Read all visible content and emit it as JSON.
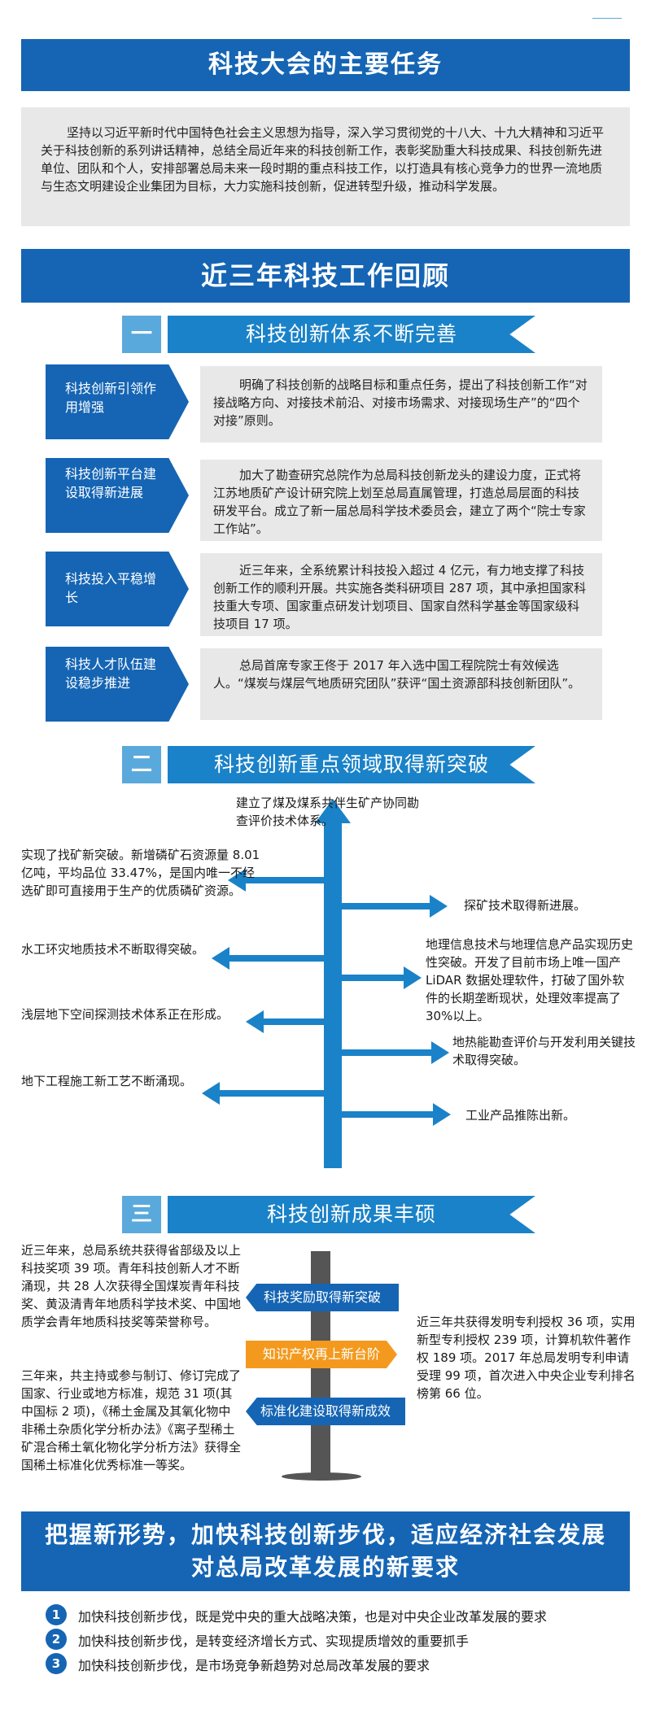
{
  "banners": {
    "main_tasks": "科技大会的主要任务",
    "review": "近三年科技工作回顾",
    "requirements": [
      "把握新形势，加快科技创新步伐，适应经济社会发展",
      "对总局改革发展的新要求"
    ]
  },
  "intro_text": "坚持以习近平新时代中国特色社会主义思想为指导，深入学习贯彻党的十八大、十九大精神和习近平关于科技创新的系列讲话精神，总结全局近年来的科技创新工作，表彰奖励重大科技成果、科技创新先进单位、团队和个人，安排部署总局未来一段时期的重点科技工作，以打造具有核心竞争力的世界一流地质与生态文明建设企业集团为目标，大力实施科技创新，促进转型升级，推动科学发展。",
  "section1": {
    "num": "一",
    "title": "科技创新体系不断完善",
    "items": [
      {
        "label": "科技创新引领作用增强",
        "text": "明确了科技创新的战略目标和重点任务，提出了科技创新工作“对接战略方向、对接技术前沿、对接市场需求、对接现场生产”的“四个对接”原则。"
      },
      {
        "label": "科技创新平台建设取得新进展",
        "text": "加大了勘查研究总院作为总局科技创新龙头的建设力度，正式将江苏地质矿产设计研究院上划至总局直属管理，打造总局层面的科技研发平台。成立了新一届总局科学技术委员会，建立了两个“院士专家工作站”。"
      },
      {
        "label": "科技投入平稳增长",
        "text": "近三年来，全系统累计科技投入超过 4 亿元，有力地支撑了科技创新工作的顺利开展。共实施各类科研项目 287 项，其中承担国家科技重大专项、国家重点研发计划项目、国家自然科学基金等国家级科技项目 17 项。"
      },
      {
        "label": "科技人才队伍建设稳步推进",
        "text": "总局首席专家王佟于 2017 年入选中国工程院院士有效候选人。“煤炭与煤层气地质研究团队”获评“国土资源部科技创新团队”。"
      }
    ]
  },
  "section2": {
    "num": "二",
    "title": "科技创新重点领域取得新突破",
    "top": "建立了煤及煤系共伴生矿产协同勘查评价技术体系。",
    "left": [
      "实现了找矿新突破。新增磷矿石资源量 8.01 亿吨，平均品位 33.47%，是国内唯一不经选矿即可直接用于生产的优质磷矿资源。",
      "水工环灾地质技术不断取得突破。",
      "浅层地下空间探测技术体系正在形成。",
      "地下工程施工新工艺不断涌现。"
    ],
    "right": [
      "探矿技术取得新进展。",
      "地理信息技术与地理信息产品实现历史性突破。开发了目前市场上唯一国产 LiDAR 数据处理软件，打破了国外软件的长期垄断现状，处理效率提高了 30%以上。",
      "地热能勘查评价与开发利用关键技术取得突破。",
      "工业产品推陈出新。"
    ]
  },
  "section3": {
    "num": "三",
    "title": "科技创新成果丰硕",
    "left_top": "近三年来，总局系统共获得省部级及以上科技奖项 39 项。青年科技创新人才不断涌现，共 28 人次获得全国煤炭青年科技奖、黄汲清青年地质科学技术奖、中国地质学会青年地质科技奖等荣誉称号。",
    "left_bottom": "三年来，共主持或参与制订、修订完成了国家、行业或地方标准，规范 31 项(其中国标 2 项)，《稀土金属及其氧化物中非稀土杂质化学分析办法》《离子型稀土矿混合稀土氧化物化学分析方法》获得全国稀土标准化优秀标准一等奖。",
    "right": "近三年共获得发明专利授权 36 项，实用新型专利授权 239 项，计算机软件著作权 189 项。2017 年总局发明专利申请受理 99 项，首次进入中央企业专利排名榜第 66 位。",
    "flags": [
      "科技奖励取得新突破",
      "知识产权再上新台阶",
      "标准化建设取得新成效"
    ]
  },
  "requirements": [
    {
      "num": "1",
      "text": "加快科技创新步伐，既是党中央的重大战略决策，也是对中央企业改革发展的要求"
    },
    {
      "num": "2",
      "text": "加快科技创新步伐，是转变经济增长方式、实现提质增效的重要抓手"
    },
    {
      "num": "3",
      "text": "加快科技创新步伐，是市场竞争新趋势对总局改革发展的要求"
    }
  ],
  "colors": {
    "primary": "#1565b4",
    "accent": "#1a82c8",
    "light": "#5aa9dc",
    "orange": "#f39a1e",
    "grey": "#e8e8e8",
    "pole": "#555555"
  }
}
